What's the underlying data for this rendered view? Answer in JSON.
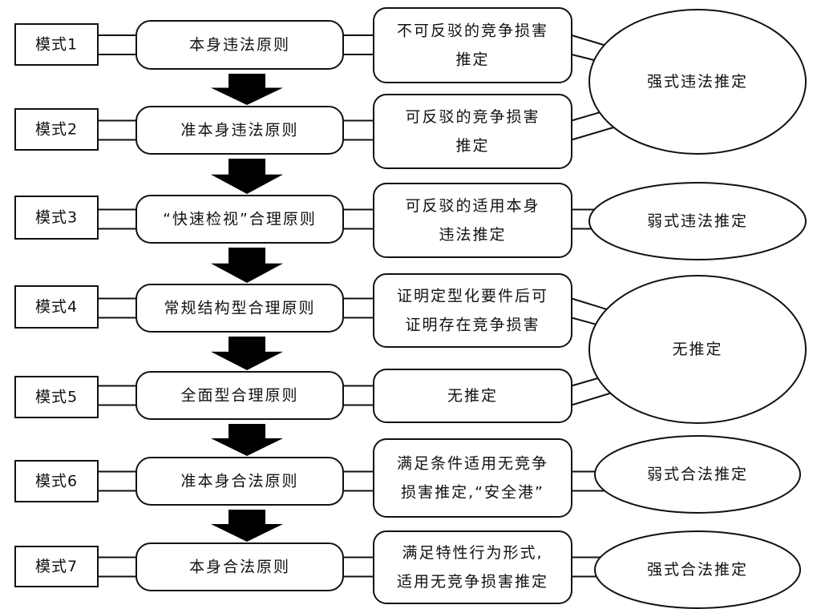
{
  "diagram": {
    "rows": [
      {
        "mode": "模式1",
        "principle": "本身违法原则",
        "presumption": [
          "不可反驳的竞争损害",
          "推定"
        ]
      },
      {
        "mode": "模式2",
        "principle": "准本身违法原则",
        "presumption": [
          "可反驳的竞争损害",
          "推定"
        ]
      },
      {
        "mode": "模式3",
        "principle": "“快速检视”合理原则",
        "presumption": [
          "可反驳的适用本身",
          "违法推定"
        ]
      },
      {
        "mode": "模式4",
        "principle": "常规结构型合理原则",
        "presumption": [
          "证明定型化要件后可",
          "证明存在竞争损害"
        ]
      },
      {
        "mode": "模式5",
        "principle": "全面型合理原则",
        "presumption": [
          "无推定"
        ]
      },
      {
        "mode": "模式6",
        "principle": "准本身合法原则",
        "presumption": [
          "满足条件适用无竞争",
          "损害推定,“安全港”"
        ]
      },
      {
        "mode": "模式7",
        "principle": "本身合法原则",
        "presumption": [
          "满足特性行为形式,",
          "适用无竞争损害推定"
        ]
      }
    ],
    "outcomes": [
      {
        "label": "强式违法推定",
        "rows": [
          1,
          2
        ]
      },
      {
        "label": "弱式违法推定",
        "rows": [
          3
        ]
      },
      {
        "label": "无推定",
        "rows": [
          4,
          5
        ]
      },
      {
        "label": "弱式合法推定",
        "rows": [
          6
        ]
      },
      {
        "label": "强式合法推定",
        "rows": [
          7
        ]
      }
    ],
    "colors": {
      "stroke": "#111111",
      "fill": "#ffffff",
      "arrow": "#000000",
      "text": "#111111"
    }
  }
}
